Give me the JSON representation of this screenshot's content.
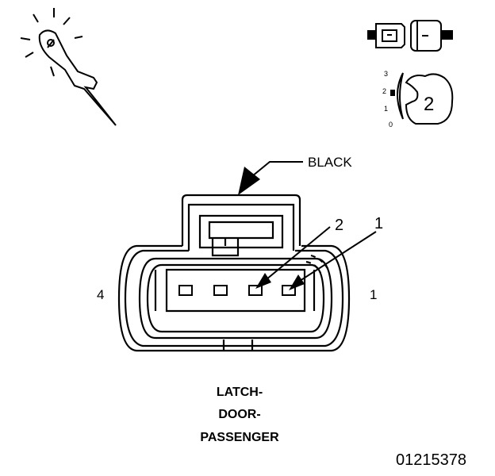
{
  "diagram": {
    "connector_color_label": "BLACK",
    "pin_callouts": [
      "2",
      "1"
    ],
    "side_label_left": "4",
    "side_label_right": "1",
    "title_lines": [
      "LATCH-",
      "DOOR-",
      "PASSENGER"
    ],
    "figure_number": "01215378",
    "scale_labels": [
      "3",
      "2",
      "1",
      "0"
    ],
    "scale_badge": "2"
  }
}
